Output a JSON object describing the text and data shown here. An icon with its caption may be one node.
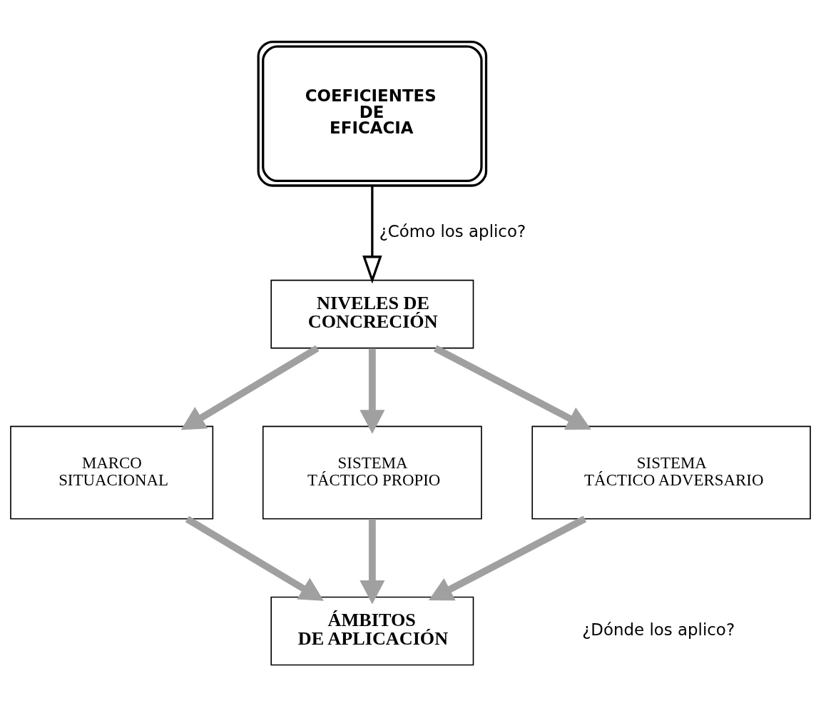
{
  "diagram": {
    "nodes": [
      {
        "text": [
          "COEFICIENTES DE EFICACIA"
        ]
      },
      {
        "text": [
          "NIVELES DE CONCRECIÓN"
        ]
      },
      {
        "text": [
          "MARCO SITUACIONAL"
        ]
      },
      {
        "text": [
          "SISTEMA TÁCTICO PROPIO"
        ]
      },
      {
        "text": [
          "SISTEMA TÁCTICO ADVERSARIO"
        ]
      },
      {
        "text": [
          "ÁMBITOS DE APLICACIÓN"
        ]
      }
    ],
    "edges": [
      {
        "from": 0,
        "to": 1,
        "arrow": "to",
        "label": "¿Cómo los aplico?",
        "color": "#000000"
      },
      {
        "from": 1,
        "to": 2,
        "arrow": "to"
      },
      {
        "from": 1,
        "to": 3,
        "arrow": "to"
      },
      {
        "from": 1,
        "to": 4,
        "arrow": "to"
      },
      {
        "from": 2,
        "to": 5,
        "arrow": "to"
      },
      {
        "from": 3,
        "to": 5,
        "arrow": "to"
      },
      {
        "from": 4,
        "to": 5,
        "arrow": "to"
      }
    ],
    "labels": [
      "¿Dónde los aplico?"
    ]
  }
}
